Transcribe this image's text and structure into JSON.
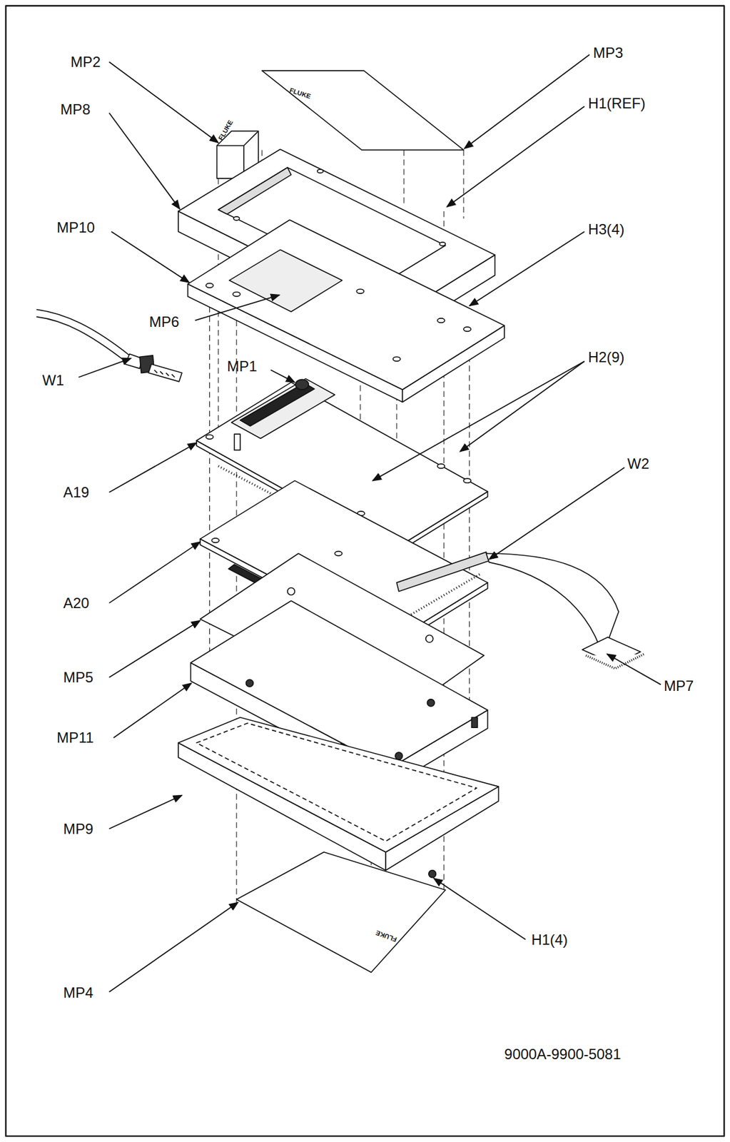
{
  "diagram": {
    "labels": [
      "MP2",
      "MP3",
      "H1(REF)",
      "MP8",
      "H3(4)",
      "MP10",
      "MP6",
      "W1",
      "MP1",
      "H2(9)",
      "A19",
      "W2",
      "A20",
      "MP5",
      "MP7",
      "MP11",
      "MP9",
      "H1(4)",
      "MP4",
      "9000A-9900-5081",
      "FLUKE",
      "FLUKE",
      "FLUKE"
    ]
  }
}
